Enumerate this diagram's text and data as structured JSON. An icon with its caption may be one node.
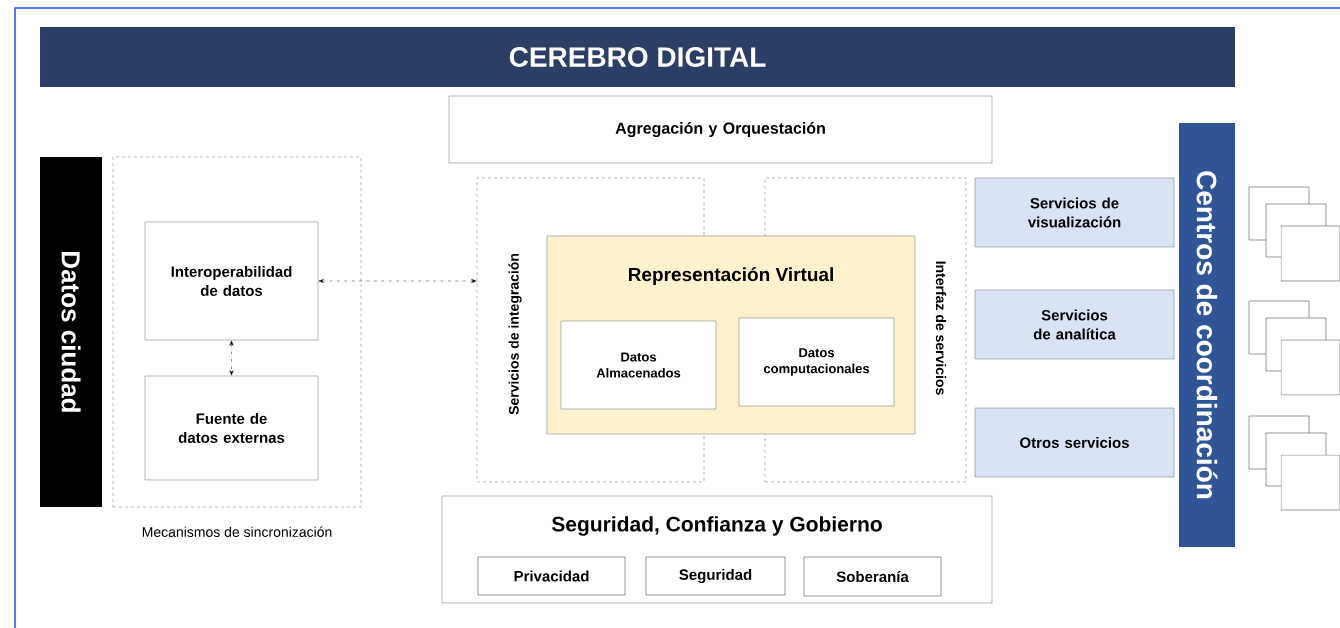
{
  "diagram": {
    "title": "CEREBRO DIGITAL",
    "nodes": [
      {
        "text": [
          "Agregación y Orquestación"
        ]
      },
      {
        "text": [
          "Datos ciudad"
        ]
      },
      {
        "text": [
          "Mecanismos de sincronización"
        ]
      },
      {
        "text": [
          "Interoperabilidad de datos"
        ],
        "in": 2
      },
      {
        "text": [
          "Fuente de datos externas"
        ],
        "in": 2
      },
      {
        "text": [
          "Servicios de integración"
        ]
      },
      {
        "text": [
          "Interfaz de servicios"
        ]
      },
      {
        "text": [
          "Representación Virtual"
        ]
      },
      {
        "text": [
          "Datos Almacenados"
        ],
        "in": 7
      },
      {
        "text": [
          "Datos computacionales"
        ],
        "in": 7
      },
      {
        "text": [
          "Seguridad, Confianza y Gobierno"
        ]
      },
      {
        "text": [
          "Privacidad"
        ],
        "in": 10
      },
      {
        "text": [
          "Seguridad"
        ],
        "in": 10
      },
      {
        "text": [
          "Soberanía"
        ],
        "in": 10
      },
      {
        "text": [
          "Servicios de visualización"
        ]
      },
      {
        "text": [
          "Servicios de analítica"
        ]
      },
      {
        "text": [
          "Otros servicios"
        ]
      },
      {
        "text": [
          "Centros de coordinación"
        ]
      }
    ],
    "edges": [
      {
        "from": 3,
        "to": 5,
        "arrow": "both",
        "style": "dashed"
      },
      {
        "from": 3,
        "to": 4,
        "arrow": "both",
        "style": "dashed"
      }
    ]
  }
}
